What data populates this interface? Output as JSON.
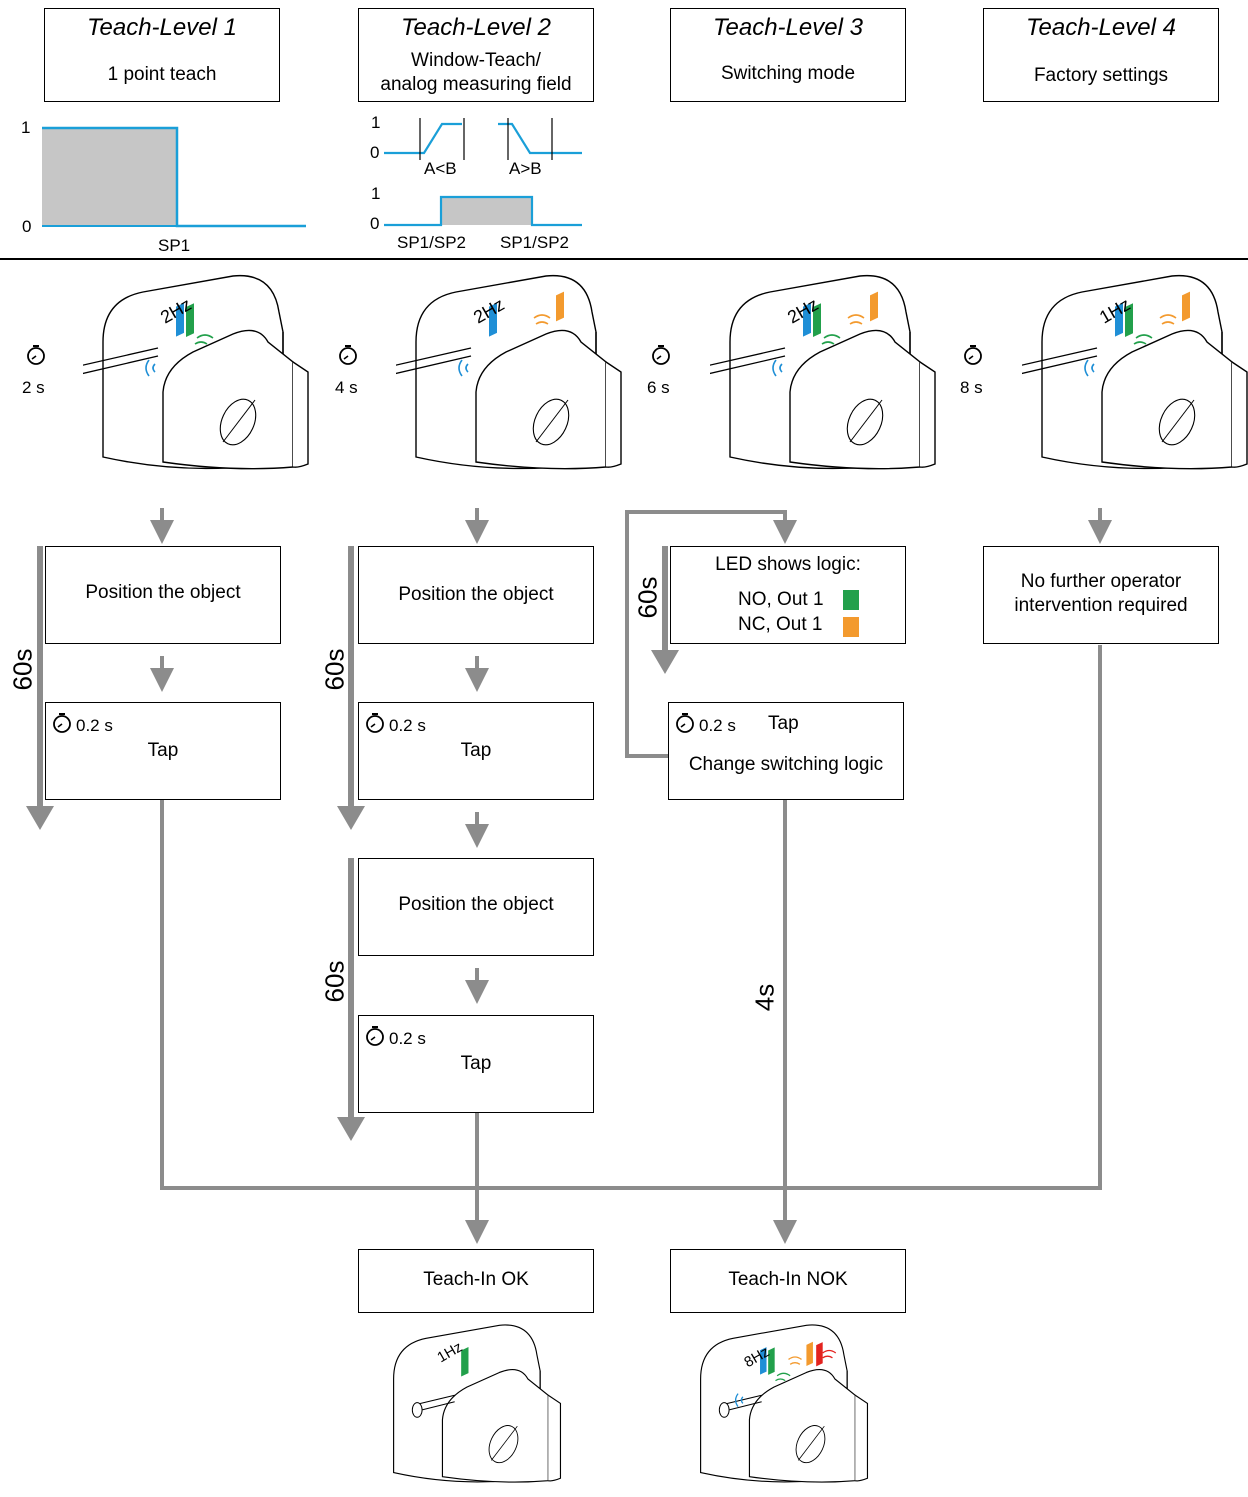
{
  "levels": [
    {
      "title": "Teach-Level 1",
      "subtitle": "1 point teach"
    },
    {
      "title": "Teach-Level 2",
      "subtitle_line1": "Window-Teach/",
      "subtitle_line2": "analog measuring field"
    },
    {
      "title": "Teach-Level 3",
      "subtitle": "Switching mode"
    },
    {
      "title": "Teach-Level 4",
      "subtitle": "Factory settings"
    }
  ],
  "graphs": {
    "g1": {
      "y_high": "1",
      "y_low": "0",
      "x_label": "SP1"
    },
    "g2a": {
      "y_high": "1",
      "y_low": "0",
      "left_label": "A<B",
      "right_label": "A>B"
    },
    "g2b": {
      "y_high": "1",
      "y_low": "0",
      "left_label": "SP1/SP2",
      "right_label": "SP1/SP2"
    }
  },
  "sensors": [
    {
      "freq": "2Hz",
      "time": "2 s"
    },
    {
      "freq": "2Hz",
      "time": "4 s"
    },
    {
      "freq": "2Hz",
      "time": "6 s"
    },
    {
      "freq": "1Hz",
      "time": "8 s"
    }
  ],
  "flow": {
    "position_object": "Position the object",
    "tap_time": "0.2 s",
    "tap": "Tap",
    "timeout_60": "60s",
    "timeout_4": "4s",
    "led_logic_title": "LED shows logic:",
    "led_no": "NO, Out 1",
    "led_nc": "NC, Out 1",
    "change_logic": "Change switching logic",
    "no_intervention_1": "No further operator",
    "no_intervention_2": "intervention required",
    "teach_ok": "Teach-In OK",
    "teach_nok": "Teach-In NOK",
    "result_ok_freq": "1Hz",
    "result_nok_freq": "8Hz"
  },
  "colors": {
    "signal_blue": "#1a9fd8",
    "led_blue": "#1f8fd6",
    "led_green": "#22a04b",
    "led_orange": "#f39a2e",
    "led_red": "#e3231f",
    "flow_gray": "#8c8c8c",
    "fill_gray": "#c6c6c6"
  }
}
